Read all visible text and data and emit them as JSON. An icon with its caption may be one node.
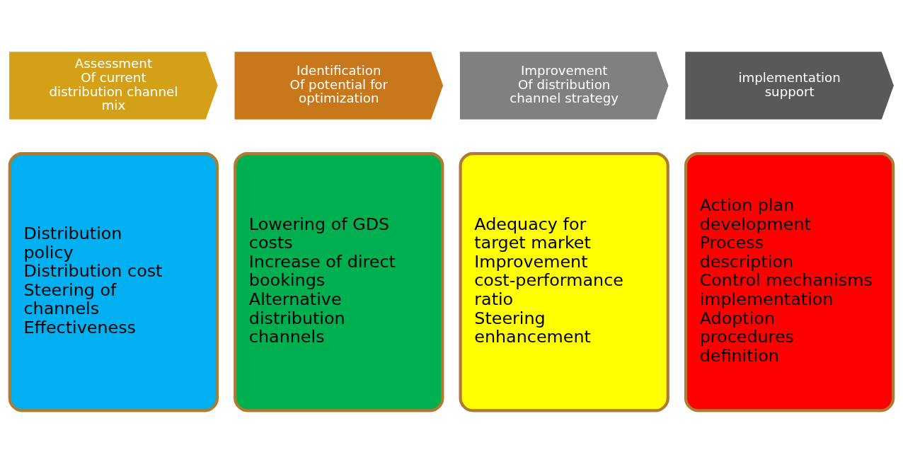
{
  "diagram": {
    "nodes": [
      {
        "text": [
          "Assessment",
          "Of current distribution channel mix"
        ]
      },
      {
        "text": [
          "Identification",
          "Of potential for optimization"
        ]
      },
      {
        "text": [
          "Improvement",
          "Of distribution channel strategy"
        ]
      },
      {
        "text": [
          "implementation support"
        ]
      },
      {
        "text": [
          "Distribution policy",
          "Distribution cost",
          "Steering of channels",
          "Effectiveness"
        ]
      },
      {
        "text": [
          "Lowering of GDS costs",
          "Increase of direct bookings",
          "Alternative distribution channels"
        ]
      },
      {
        "text": [
          "Adequacy for target market",
          "Improvement cost-performance ratio",
          "Steering enhancement"
        ]
      },
      {
        "text": [
          "Action plan development",
          "Process description",
          "Control mechanisms implementation",
          "Adoption procedures definition"
        ]
      }
    ],
    "edges": []
  }
}
